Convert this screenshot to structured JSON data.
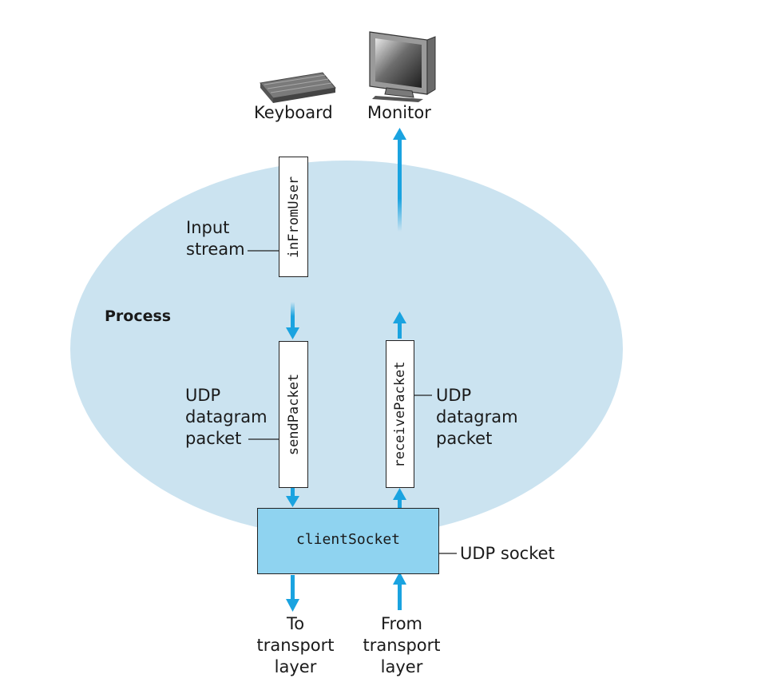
{
  "devices": {
    "keyboard": "Keyboard",
    "monitor": "Monitor"
  },
  "process": {
    "label": "Process"
  },
  "streams": {
    "input_stream_name": "inFromUser",
    "input_stream_label": [
      "Input",
      "stream"
    ],
    "send_packet_name": "sendPacket",
    "send_packet_label": [
      "UDP",
      "datagram",
      "packet"
    ],
    "receive_packet_name": "receivePacket",
    "receive_packet_label": [
      "UDP",
      "datagram",
      "packet"
    ]
  },
  "socket": {
    "name": "clientSocket",
    "label": "UDP socket"
  },
  "transport": {
    "to": [
      "To",
      "transport",
      "layer"
    ],
    "from": [
      "From",
      "transport",
      "layer"
    ]
  },
  "colors": {
    "process_fill": "#cbe3f0",
    "socket_fill": "#8fd3f0",
    "arrow": "#1aa3e0"
  }
}
